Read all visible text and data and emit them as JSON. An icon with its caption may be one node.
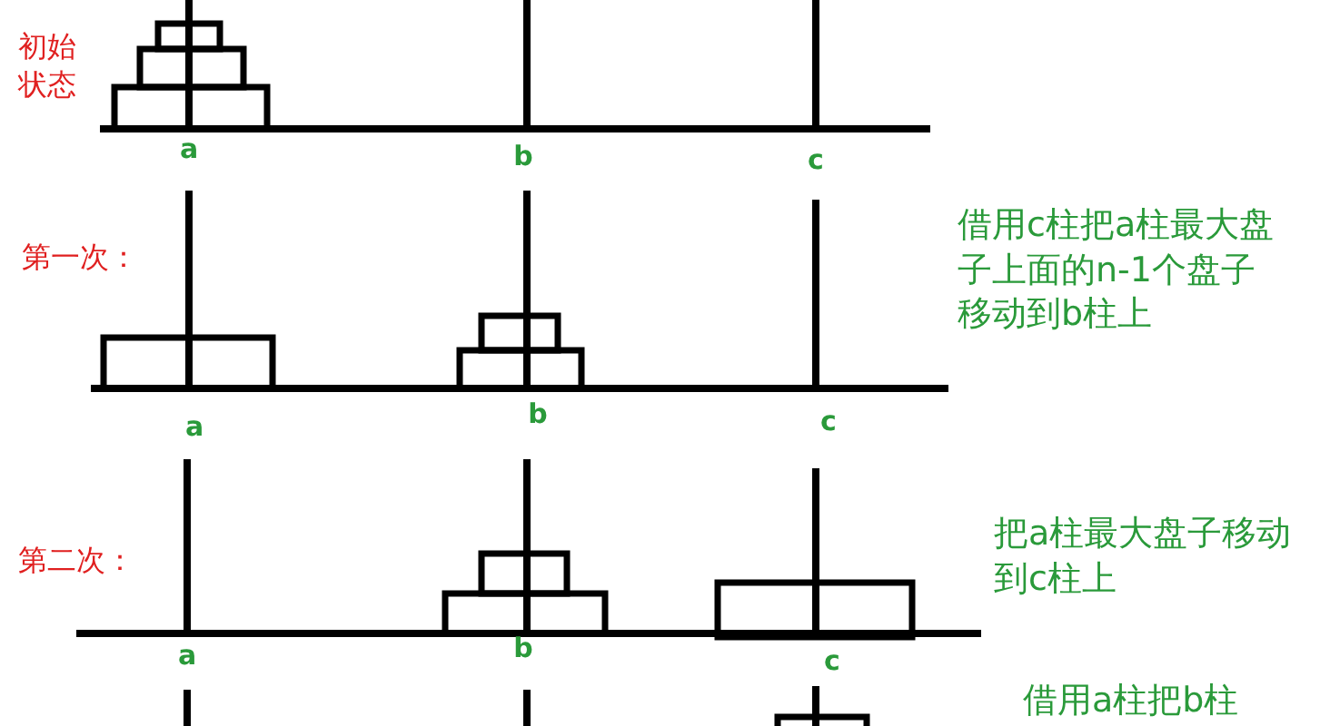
{
  "diagram": {
    "labels": [
      "初始状态",
      "a",
      "b",
      "c",
      "第一次：",
      "借用c柱把a柱最大盘子上面的n-1个盘子移动到b柱上",
      "a",
      "b",
      "c",
      "第二次：",
      "把a柱最大盘子移动到c柱上",
      "a",
      "b",
      "c",
      "借用a柱把b柱"
    ]
  }
}
